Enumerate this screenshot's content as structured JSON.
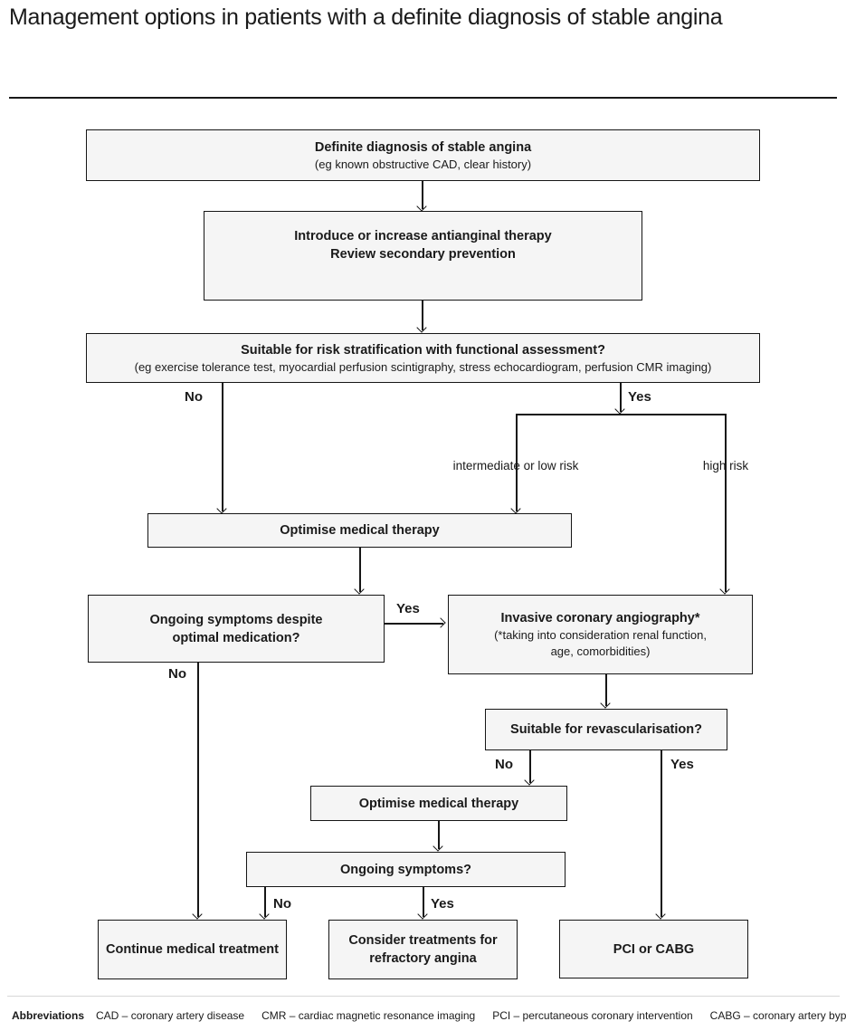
{
  "page": {
    "title": "Management options in patients with a definite diagnosis of stable angina"
  },
  "colors": {
    "box_fill": "#f5f5f5",
    "box_border": "#161616",
    "text": "#1a1a1a",
    "footer_rule": "#d8d8d8"
  },
  "nodes": {
    "diagnosis": {
      "title": "Definite diagnosis of stable angina",
      "subtitle": "(eg known obstructive CAD, clear history)"
    },
    "therapy": {
      "line1": "Introduce or increase antianginal therapy",
      "line2": "Review secondary prevention"
    },
    "risk_strat": {
      "title": "Suitable for risk stratification with functional assessment?",
      "subtitle": "(eg exercise tolerance test, myocardial perfusion scintigraphy, stress echocardiogram, perfusion CMR imaging)"
    },
    "optimise1": {
      "title": "Optimise medical therapy"
    },
    "ongoing1": {
      "line1": "Ongoing symptoms despite",
      "line2": "optimal medication?"
    },
    "invasive": {
      "title": "Invasive coronary angiography*",
      "subtitle1": "(*taking into consideration renal function,",
      "subtitle2": "age, comorbidities)"
    },
    "revasc": {
      "title": "Suitable for revascularisation?"
    },
    "optimise2": {
      "title": "Optimise medical therapy"
    },
    "ongoing2": {
      "title": "Ongoing symptoms?"
    },
    "continue_tx": {
      "title": "Continue medical treatment"
    },
    "refractory": {
      "line1": "Consider treatments for",
      "line2": "refractory angina"
    },
    "pci": {
      "title": "PCI or CABG"
    }
  },
  "labels": {
    "no1": "No",
    "yes1": "Yes",
    "intermediate": "intermediate or low risk",
    "high": "high risk",
    "yes2": "Yes",
    "no2": "No",
    "no3": "No",
    "yes3": "Yes",
    "no4": "No",
    "yes4": "Yes"
  },
  "footer": {
    "abbreviations_label": "Abbreviations",
    "items": [
      "CAD – coronary artery disease",
      "CMR – cardiac magnetic resonance imaging",
      "PCI – percutaneous coronary intervention",
      "CABG – coronary artery bypass grafting"
    ]
  }
}
